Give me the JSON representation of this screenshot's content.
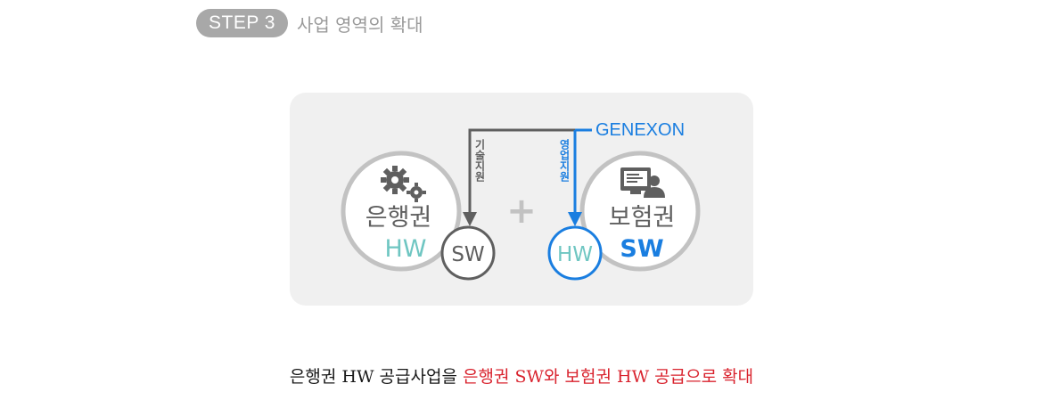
{
  "header": {
    "step_badge": "STEP 3",
    "title": "사업 영역의 확대"
  },
  "diagram": {
    "company": "GENEXON",
    "left_circle": {
      "label": "은행권",
      "sub": "HW"
    },
    "right_circle": {
      "label": "보험권",
      "sub": "SW"
    },
    "left_small": "SW",
    "right_small": "HW",
    "plus": "+",
    "left_arrow_label": "기술지원",
    "right_arrow_label": "영업지원",
    "colors": {
      "blue": "#1a7ee0",
      "teal": "#6fc6c2",
      "gray": "#5f5f5f",
      "ring": "#c2c2c2"
    },
    "icons": {
      "left": "gears-icon",
      "right": "computer-user-icon"
    }
  },
  "caption": {
    "part1": "은행권 HW 공급사업을 ",
    "part2": "은행권 SW와 보험권 HW 공급으로 확대"
  }
}
